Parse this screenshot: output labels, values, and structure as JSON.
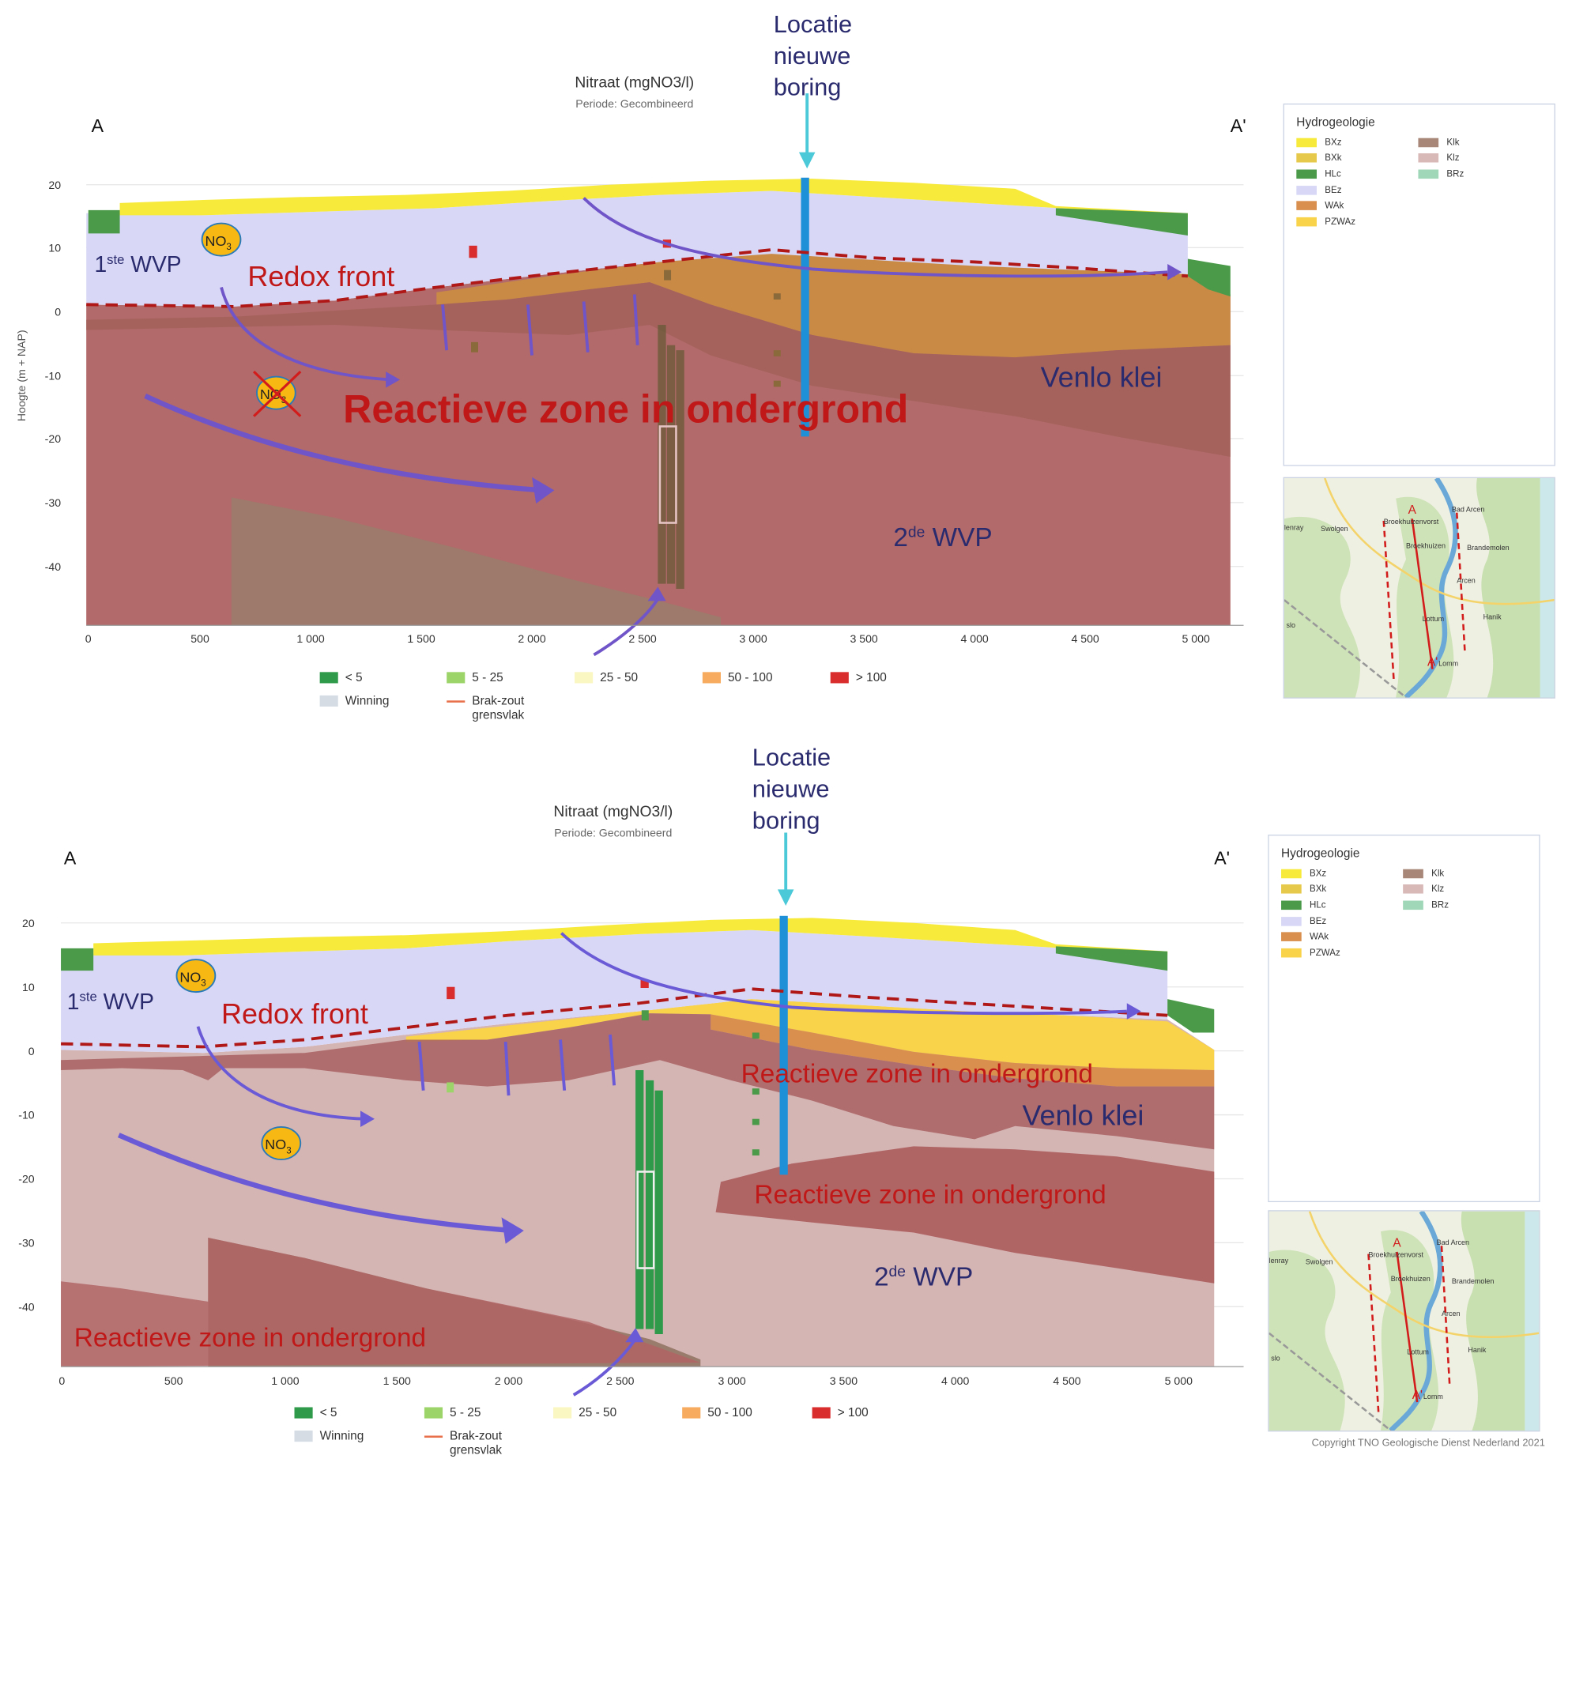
{
  "top_panel": {
    "location_label": [
      "Locatie",
      "nieuwe",
      "boring"
    ],
    "chart_title": "Nitraat (mgNO3/l)",
    "chart_subtitle": "Periode: Gecombineerd",
    "section_start": "A",
    "section_end": "A'",
    "y_axis_label": "Hoogte (m + NAP)",
    "y_ticks": [
      "20",
      "10",
      "0",
      "-10",
      "-20",
      "-30",
      "-40"
    ],
    "x_ticks": [
      "0",
      "500",
      "1 000",
      "1 500",
      "2 000",
      "2 500",
      "3 000",
      "3 500",
      "4 000",
      "4 500",
      "5 000"
    ],
    "aquifer1_base": "1",
    "aquifer1_sup": "ste",
    "aquifer1_rest": " WVP",
    "aquifer2_base": "2",
    "aquifer2_sup": "de",
    "aquifer2_rest": " WVP",
    "redox_label": "Redox front",
    "reactive_label": "Reactieve zone in ondergrond",
    "clay_label": "Venlo klei",
    "no3_symbol": "NO",
    "no3_sub": "3"
  },
  "bottom_panel": {
    "location_label": [
      "Locatie",
      "nieuwe",
      "boring"
    ],
    "chart_title": "Nitraat (mgNO3/l)",
    "chart_subtitle": "Periode: Gecombineerd",
    "section_start": "A",
    "section_end": "A'",
    "y_ticks": [
      "20",
      "10",
      "0",
      "-10",
      "-20",
      "-30",
      "-40"
    ],
    "x_ticks": [
      "0",
      "500",
      "1 000",
      "1 500",
      "2 000",
      "2 500",
      "3 000",
      "3 500",
      "4 000",
      "4 500",
      "5 000"
    ],
    "aquifer1_base": "1",
    "aquifer1_sup": "ste",
    "aquifer1_rest": " WVP",
    "aquifer2_base": "2",
    "aquifer2_sup": "de",
    "aquifer2_rest": " WVP",
    "redox_label": "Redox front",
    "reactive_label_1": "Reactieve zone in ondergrond",
    "reactive_label_2": "Reactieve zone in ondergrond",
    "reactive_label_3": "Reactieve zone in ondergrond",
    "clay_label": "Venlo klei",
    "no3_symbol": "NO",
    "no3_sub": "3",
    "copyright": "Copyright TNO Geologische Dienst Nederland 2021"
  },
  "hydrogeology_legend": {
    "title": "Hydrogeologie",
    "left_items": [
      {
        "code": "BXz",
        "color": "#f7ea3a"
      },
      {
        "code": "BXk",
        "color": "#e6c94a"
      },
      {
        "code": "HLc",
        "color": "#4a9a4a"
      },
      {
        "code": "BEz",
        "color": "#d8d8f6"
      },
      {
        "code": "WAk",
        "color": "#d98f4e"
      },
      {
        "code": "PZWAz",
        "color": "#f9d34a"
      }
    ],
    "right_items": [
      {
        "code": "Klk",
        "color": "#a88678"
      },
      {
        "code": "Klz",
        "color": "#d9b8b8"
      },
      {
        "code": "BRz",
        "color": "#9fd7b8"
      }
    ]
  },
  "nitrate_legend": [
    {
      "label": "< 5",
      "color": "#2e9a4a"
    },
    {
      "label": "5 - 25",
      "color": "#9cd46a"
    },
    {
      "label": "25 - 50",
      "color": "#fbf7c2"
    },
    {
      "label": "50 - 100",
      "color": "#f6ab5e"
    },
    {
      "label": "> 100",
      "color": "#d92c2c"
    }
  ],
  "other_legend": [
    {
      "label": "Winning",
      "color": "#d6dce4"
    },
    {
      "label": "Brak-zout",
      "label2": "grensvlak",
      "color": "#e8704a"
    }
  ],
  "map": {
    "labels": [
      "A",
      "Bad Arcen",
      "Swolgen",
      "Broekhuizenvorst",
      "Broekhuizen",
      "Brandemolen",
      "Arcen",
      "Lottum",
      "Hanik",
      "A'",
      "Lomm",
      "lenray",
      "slo"
    ]
  }
}
